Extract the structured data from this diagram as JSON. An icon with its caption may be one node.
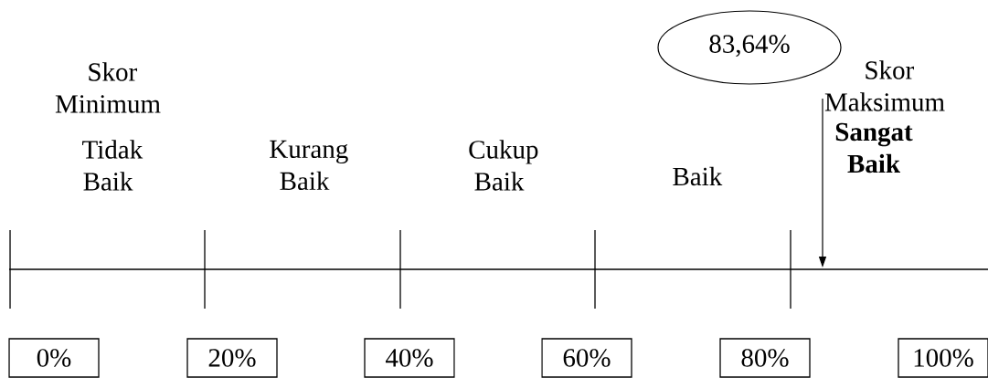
{
  "diagram": {
    "nodes": [
      {
        "text": [
          "83,64%"
        ]
      },
      {
        "text": [
          "0%"
        ]
      },
      {
        "text": [
          "20%"
        ]
      },
      {
        "text": [
          "40%"
        ]
      },
      {
        "text": [
          "60%"
        ]
      },
      {
        "text": [
          "80%"
        ]
      },
      {
        "text": [
          "100%"
        ]
      }
    ],
    "labels": [
      "Skor Minimum",
      "Tidak Baik",
      "Kurang Baik",
      "Cukup Baik",
      "Baik",
      "Skor Maksimum",
      "Sangat Baik"
    ]
  }
}
